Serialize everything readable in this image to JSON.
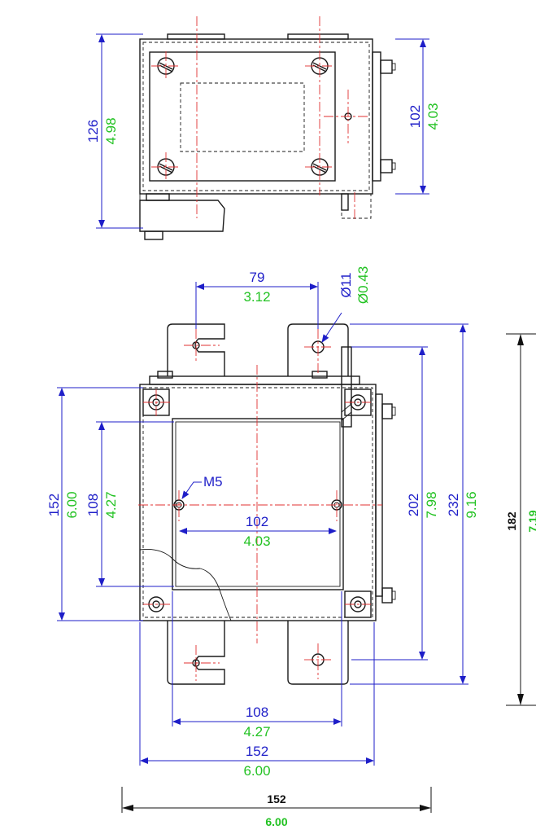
{
  "colors": {
    "primary_unit": "#1e1ec8",
    "secondary_unit": "#22c222",
    "centerline": "#e03030",
    "outline": "#1a1a1a"
  },
  "top_view": {
    "height": {
      "mm": "126",
      "in": "4.98"
    },
    "screw_spacing": {
      "mm": "102",
      "in": "4.03"
    }
  },
  "front_view": {
    "slot_spacing": {
      "mm": "79",
      "in": "3.12"
    },
    "hole_diameter": {
      "mm": "Ø11",
      "in": "Ø0.43"
    },
    "thread_label": "M5",
    "body_height": {
      "mm": "152",
      "in": "6.00"
    },
    "window_height": {
      "mm": "108",
      "in": "4.27"
    },
    "inner_hole_spacing": {
      "mm": "102",
      "in": "4.03"
    },
    "foot_hole_spacing": {
      "mm": "202",
      "in": "7.98"
    },
    "overall_height": {
      "mm": "232",
      "in": "9.16"
    },
    "side_height": {
      "mm": "182",
      "in": "7.19"
    },
    "window_width": {
      "mm": "108",
      "in": "4.27"
    },
    "body_width": {
      "mm": "152",
      "in": "6.00"
    },
    "overall_width": {
      "mm": "152",
      "in": "6.00"
    }
  }
}
